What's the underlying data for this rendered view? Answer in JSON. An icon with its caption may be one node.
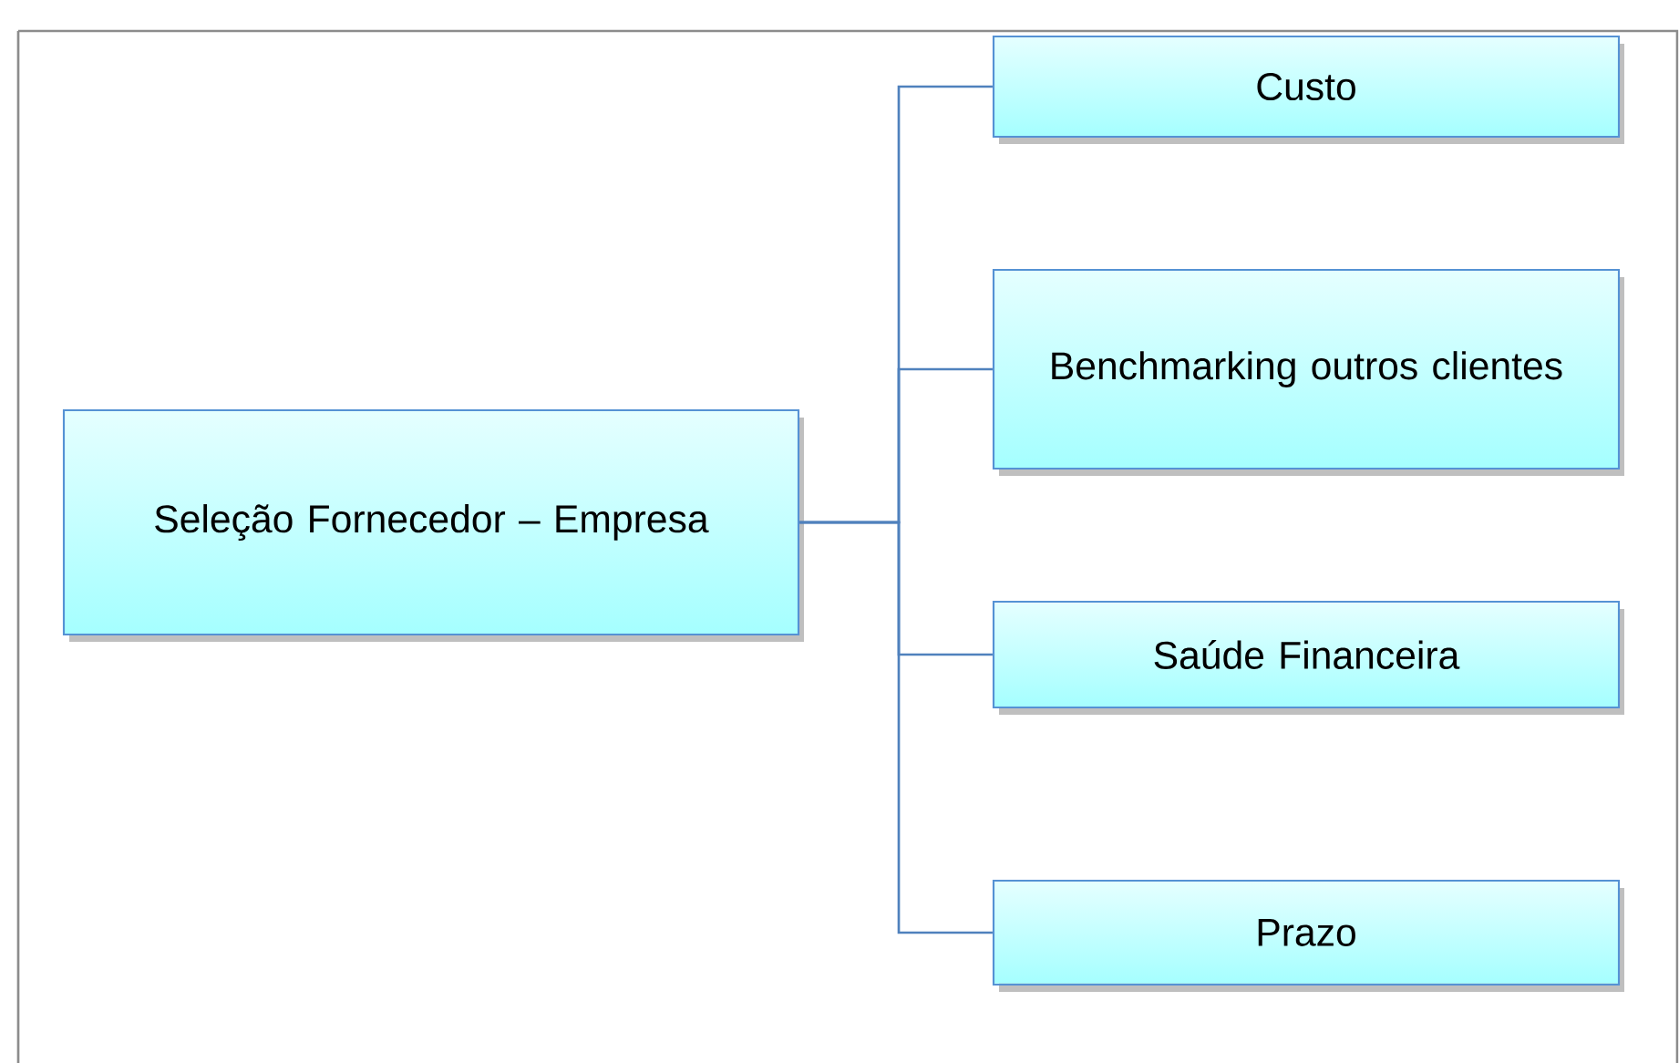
{
  "diagram": {
    "nodes": [
      {
        "text": [
          "Seleção Fornecedor – Empresa"
        ]
      },
      {
        "text": [
          "Custo"
        ]
      },
      {
        "text": [
          "Benchmarking outros clientes"
        ]
      },
      {
        "text": [
          "Saúde Financeira"
        ]
      },
      {
        "text": [
          "Prazo"
        ]
      }
    ],
    "edges": [
      {
        "from": 0,
        "to": 1,
        "arrow": "none"
      },
      {
        "from": 0,
        "to": 2,
        "arrow": "none"
      },
      {
        "from": 0,
        "to": 3,
        "arrow": "none"
      },
      {
        "from": 0,
        "to": 4,
        "arrow": "none"
      }
    ]
  }
}
